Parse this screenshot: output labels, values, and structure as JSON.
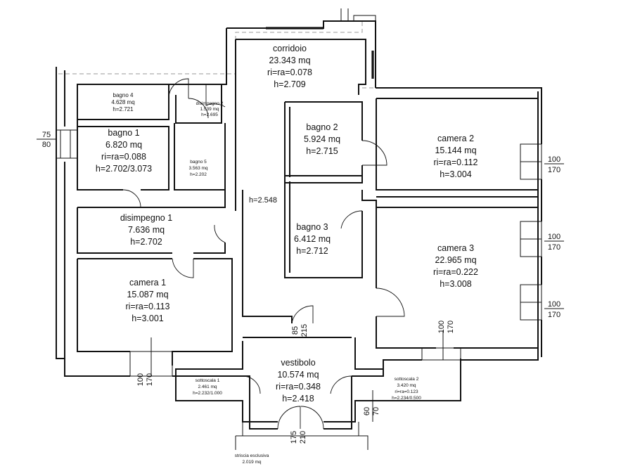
{
  "rooms": [
    {
      "id": "corridoio",
      "lines": [
        "corridoio",
        "23.343 mq",
        "ri=ra=0.078",
        "h=2.709"
      ]
    },
    {
      "id": "bagno-4",
      "lines": [
        "bagno 4",
        "4.628 mq",
        "h=2.721"
      ]
    },
    {
      "id": "disimpegno-2",
      "lines": [
        "disimpegno 2",
        "1.539 mq",
        "h=2.695"
      ]
    },
    {
      "id": "bagno-1",
      "lines": [
        "bagno 1",
        "6.820 mq",
        "ri=ra=0.088",
        "h=2.702/3.073"
      ]
    },
    {
      "id": "bagno-5",
      "lines": [
        "bagno 5",
        "3.563 mq",
        "h=2.202"
      ]
    },
    {
      "id": "bagno-2",
      "lines": [
        "bagno 2",
        "5.924 mq",
        "h=2.715"
      ]
    },
    {
      "id": "camera-2",
      "lines": [
        "camera 2",
        "15.144 mq",
        "ri=ra=0.112",
        "h=3.004"
      ]
    },
    {
      "id": "disimpegno-1",
      "lines": [
        "disimpegno 1",
        "7.636 mq",
        "h=2.702"
      ]
    },
    {
      "id": "bagno-3",
      "lines": [
        "bagno 3",
        "6.412 mq",
        "h=2.712"
      ]
    },
    {
      "id": "camera-3",
      "lines": [
        "camera 3",
        "22.965 mq",
        "ri=ra=0.222",
        "h=3.008"
      ]
    },
    {
      "id": "camera-1",
      "lines": [
        "camera 1",
        "15.087 mq",
        "ri=ra=0.113",
        "h=3.001"
      ]
    },
    {
      "id": "vestibolo",
      "lines": [
        "vestibolo",
        "10.574 mq",
        "ri=ra=0.348",
        "h=2.418"
      ]
    },
    {
      "id": "sottoscala-1",
      "lines": [
        "sottoscala 1",
        "2.461 mq",
        "h=2.232/1.000"
      ]
    },
    {
      "id": "sottoscala-2",
      "lines": [
        "sottoscala 2",
        "3.420 mq",
        "ri=ra=0.123",
        "h=2.234/0.500"
      ]
    },
    {
      "id": "striscia-esclusiva",
      "lines": [
        "striscia esclusiva",
        "2.019 mq"
      ]
    }
  ],
  "labels": {
    "corridor_height": "h=2.548"
  },
  "dimensions": [
    {
      "id": "west-window",
      "lines": [
        "75",
        "80"
      ]
    },
    {
      "id": "camera-2-window",
      "lines": [
        "100",
        "170"
      ]
    },
    {
      "id": "camera-3-window-upper",
      "lines": [
        "100",
        "170"
      ]
    },
    {
      "id": "camera-3-window-lower",
      "lines": [
        "100",
        "170"
      ]
    },
    {
      "id": "camera-1-window",
      "lines": [
        "100",
        "170"
      ]
    },
    {
      "id": "camera-3-window-south",
      "lines": [
        "100",
        "170"
      ]
    },
    {
      "id": "vestibolo-door",
      "lines": [
        "85",
        "215"
      ]
    },
    {
      "id": "sottoscala-2-opening",
      "lines": [
        "60",
        "70"
      ]
    },
    {
      "id": "entrance-door",
      "lines": [
        "175",
        "210"
      ]
    }
  ]
}
